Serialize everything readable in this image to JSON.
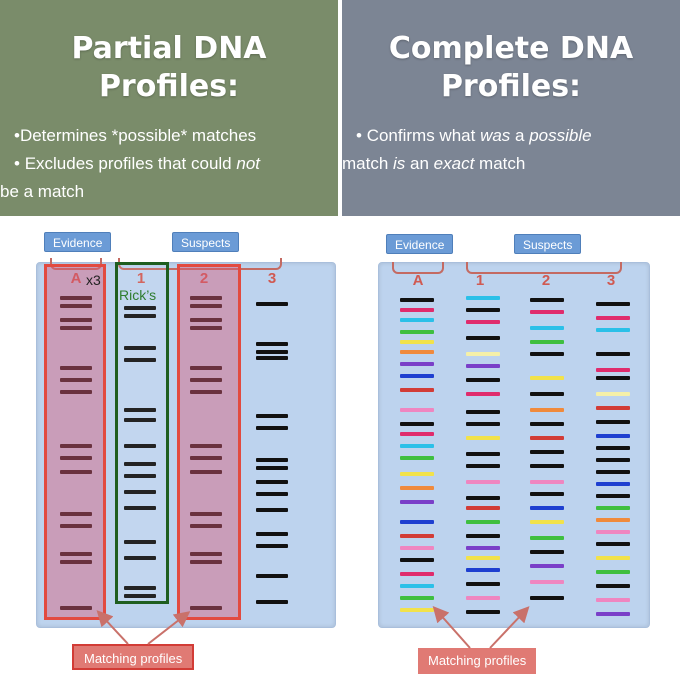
{
  "left_panel": {
    "title_line1": "Partial DNA",
    "title_line2": "Profiles:",
    "bullet1_a": "Determines *possible* matches",
    "bullet2_a": "Excludes profiles that could ",
    "bullet2_em": "not",
    "bullet2_b": "be a match"
  },
  "right_panel": {
    "title_line1": "Complete DNA",
    "title_line2": "Profiles:",
    "b_1": "Confirms what ",
    "b_2": "was",
    "b_3": " a ",
    "b_4": "possible",
    "b_5": "match ",
    "b_6": "is",
    "b_7": " an ",
    "b_8": "exact",
    "b_9": " match"
  },
  "left_gel": {
    "evidence_tag": "Evidence",
    "suspects_tag": "Suspects",
    "lane_labels": [
      "A",
      "1",
      "2",
      "3"
    ],
    "annotation_x3": "x3",
    "annotation_ricks": "Rick’s",
    "matching_label": "Matching profiles"
  },
  "right_gel": {
    "evidence_tag": "Evidence",
    "suspects_tag": "Suspects",
    "lane_labels": [
      "A",
      "1",
      "2",
      "3"
    ],
    "matching_label": "Matching profiles"
  },
  "colors": {
    "left_header_bg": "#7a8c6a",
    "right_header_bg": "#7c8594",
    "gel_bg": "#bdd3ee",
    "highlight_red": "#e24a40",
    "highlight_green": "#1f5e1f"
  }
}
